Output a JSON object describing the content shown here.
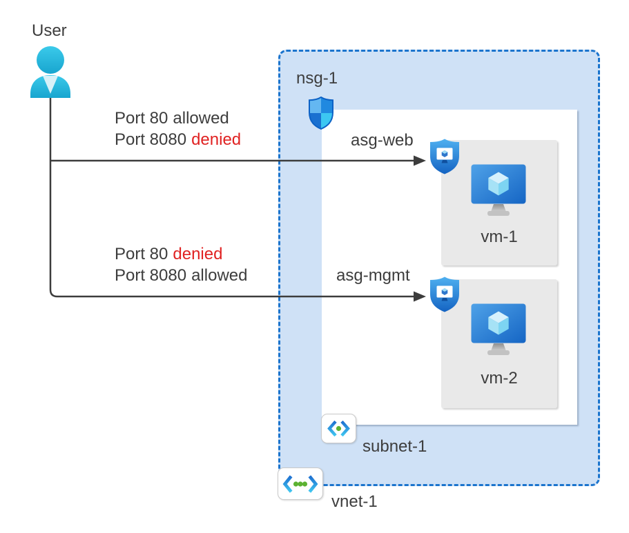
{
  "user": {
    "label": "User"
  },
  "flows": [
    {
      "lines": [
        {
          "prefix": "Port 80",
          "status": "allowed",
          "status_class": "ok"
        },
        {
          "prefix": "Port 8080",
          "status": "denied",
          "status_class": "denied"
        }
      ]
    },
    {
      "lines": [
        {
          "prefix": "Port 80",
          "status": "denied",
          "status_class": "denied"
        },
        {
          "prefix": "Port 8080",
          "status": "allowed",
          "status_class": "ok"
        }
      ]
    }
  ],
  "network": {
    "vnet": {
      "label": "vnet-1"
    },
    "subnet": {
      "label": "subnet-1"
    },
    "nsg": {
      "label": "nsg-1"
    },
    "asgs": [
      {
        "label": "asg-web"
      },
      {
        "label": "asg-mgmt"
      }
    ],
    "vms": [
      {
        "label": "vm-1"
      },
      {
        "label": "vm-2"
      }
    ]
  },
  "icons": {
    "user": "person-silhouette",
    "nsg": "shield-quadrants",
    "asg": "shield-with-monitor",
    "vm": "monitor-with-cube",
    "subnet": "angle-brackets-one-dot",
    "vnet": "angle-brackets-three-dots"
  },
  "colors": {
    "vnet_fill": "#cfe1f6",
    "vnet_border": "#1b74cd",
    "denied_red": "#e02222",
    "text": "#3d3d3d",
    "user_cyan": "#29bde3",
    "azure_blue": "#1976d2",
    "vm_box_gray": "#e9e9e9",
    "green_dot": "#5cb232"
  }
}
